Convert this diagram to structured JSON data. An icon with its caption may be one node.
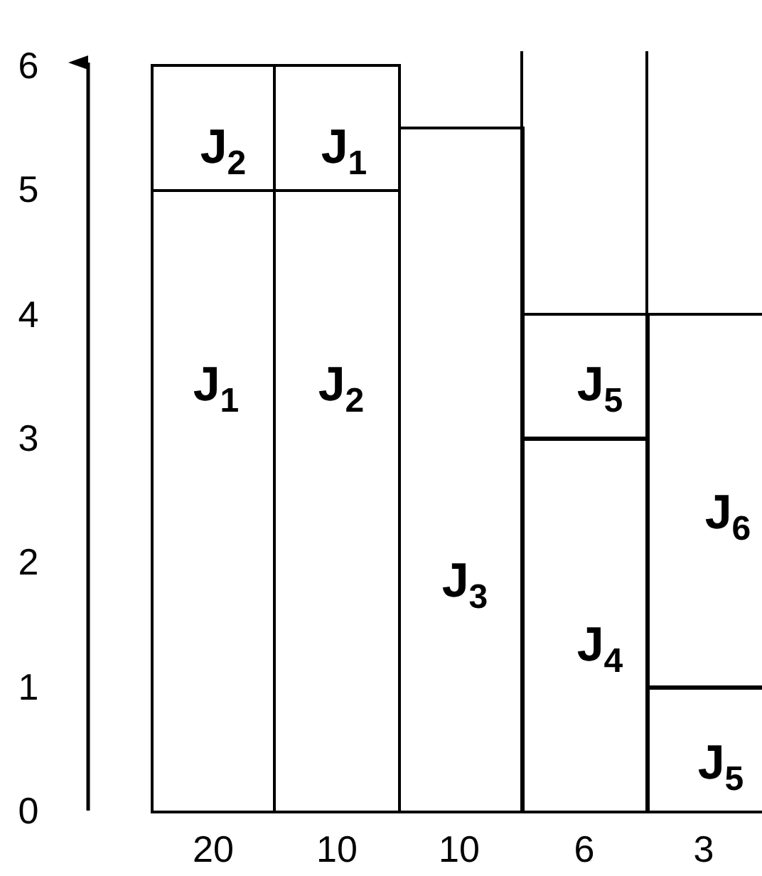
{
  "diagram": {
    "nodes": [
      {
        "text": [
          "J$_{2}$"
        ]
      },
      {
        "text": [
          "J$_{1}$"
        ]
      },
      {
        "text": [
          "J$_{1}$"
        ]
      },
      {
        "text": [
          "J$_{2}$"
        ]
      },
      {
        "text": [
          "J$_{3}$"
        ]
      },
      {
        "text": [
          "J$_{5}$"
        ]
      },
      {
        "text": [
          "J$_{6}$"
        ]
      },
      {
        "text": [
          "J$_{4}$"
        ]
      },
      {
        "text": [
          "J$_{5}$"
        ]
      }
    ],
    "labels": [
      "6",
      "5",
      "4",
      "3",
      "2",
      "1",
      "0",
      "20",
      "10",
      "10",
      "6",
      "3"
    ]
  }
}
